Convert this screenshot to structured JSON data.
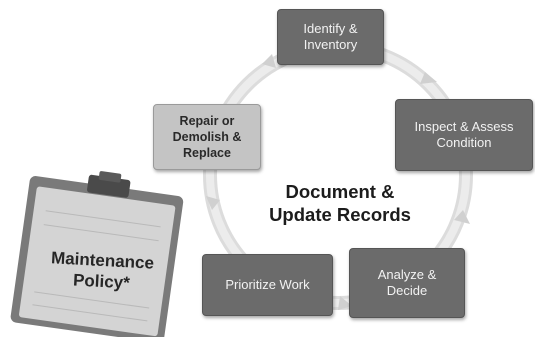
{
  "cycle": {
    "steps": [
      {
        "label": "Identify &\nInventory"
      },
      {
        "label": "Inspect & Assess\nCondition"
      },
      {
        "label": "Analyze &\nDecide"
      },
      {
        "label": "Prioritize Work"
      },
      {
        "label": "Repair or\nDemolish &\nReplace"
      }
    ],
    "center_line1": "Document &",
    "center_line2": "Update Records"
  },
  "clipboard": {
    "line1": "Maintenance",
    "line2": "Policy*"
  }
}
